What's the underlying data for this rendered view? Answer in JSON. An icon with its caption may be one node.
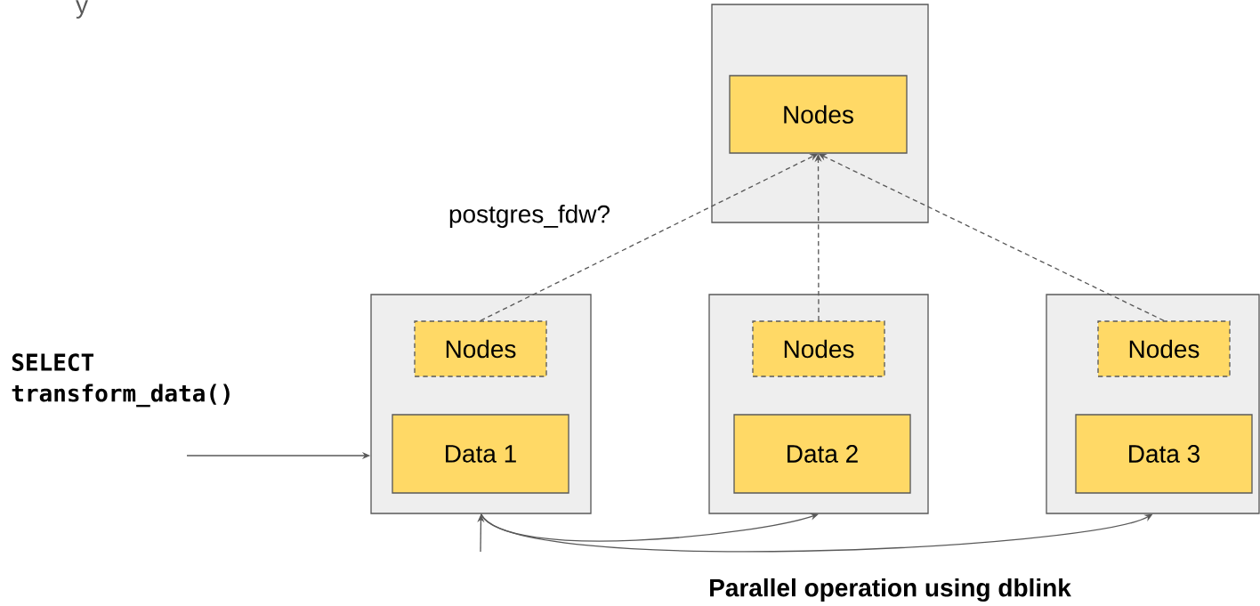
{
  "diagram": {
    "nodes": [
      {
        "text": [],
        "shape": "box"
      },
      {
        "text": [
          "Nodes"
        ],
        "in": 0
      },
      {
        "text": [],
        "shape": "box"
      },
      {
        "text": [
          "Nodes"
        ],
        "in": 2
      },
      {
        "text": [
          "Data 1"
        ],
        "in": 2
      },
      {
        "text": [],
        "shape": "box"
      },
      {
        "text": [
          "Nodes"
        ],
        "in": 5
      },
      {
        "text": [
          "Data 2"
        ],
        "in": 5
      },
      {
        "text": [],
        "shape": "box"
      },
      {
        "text": [
          "Nodes"
        ],
        "in": 8
      },
      {
        "text": [
          "Data 3"
        ],
        "in": 8
      }
    ],
    "edges": [
      {
        "from": 3,
        "to": 1,
        "arrow": "to",
        "style": "dashed",
        "label": "postgres_fdw?"
      },
      {
        "from": 6,
        "to": 1,
        "arrow": "to",
        "style": "dashed"
      },
      {
        "from": 9,
        "to": 1,
        "arrow": "to",
        "style": "dashed"
      },
      {
        "from": null,
        "to": 2,
        "arrow": "to"
      },
      {
        "from": null,
        "to": 2,
        "arrow": "to"
      },
      {
        "from": 2,
        "to": 5,
        "arrow": "to"
      },
      {
        "from": 2,
        "to": 8,
        "arrow": "to"
      }
    ],
    "labels": [
      "y",
      "SELECT transform_data()",
      "Parallel operation using dblink"
    ]
  }
}
